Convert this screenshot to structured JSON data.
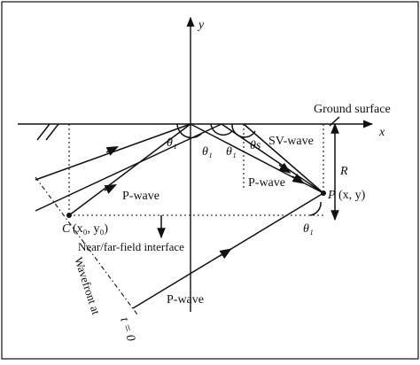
{
  "axes": {
    "x_label": "x",
    "y_label": "y"
  },
  "labels": {
    "ground_surface": "Ground surface",
    "sv_wave": "SV-wave",
    "p_wave_upper": "P-wave",
    "p_wave_lower": "P-wave",
    "p_wave_right": "P-wave",
    "interface": "Near/far-field interface",
    "wavefront_1": "Wavefront at",
    "wavefront_2": "t = 0",
    "point_c": "C",
    "point_c_coords": "(x₀, y₀)",
    "point_p": "P",
    "point_p_coords": "(x, y)",
    "distance_r": "R",
    "theta_1": "θ₁",
    "theta_s": "θs"
  }
}
